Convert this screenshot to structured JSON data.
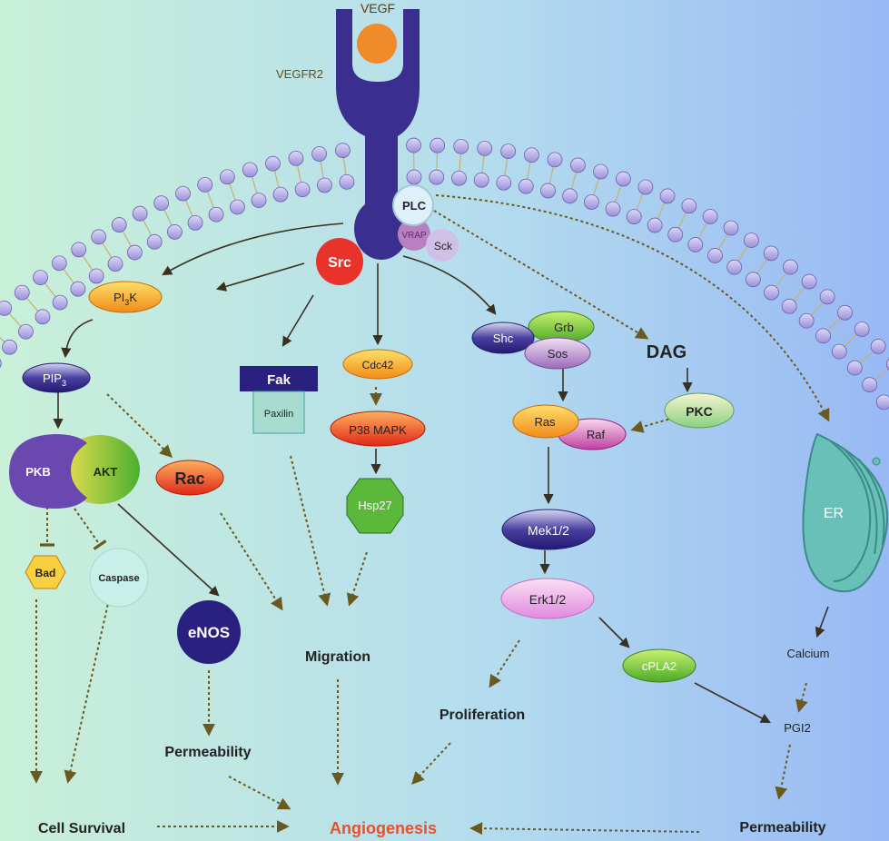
{
  "title": "VEGF",
  "receptor": "VEGFR2",
  "nodes": {
    "plc": "PLC",
    "vrap": "VRAP",
    "sck": "Sck",
    "src": "Src",
    "pi3k_main": "PI",
    "pi3k_sub": "3",
    "pi3k_end": "K",
    "pip3_main": "PIP",
    "pip3_sub": "3",
    "pkb": "PKB",
    "akt": "AKT",
    "bad": "Bad",
    "caspase": "Caspase",
    "enos": "eNOS",
    "rac": "Rac",
    "fak": "Fak",
    "paxilin": "Paxilin",
    "cdc42": "Cdc42",
    "p38": "P38 MAPK",
    "hsp27": "Hsp27",
    "shc": "Shc",
    "grb": "Grb",
    "sos": "Sos",
    "ras": "Ras",
    "raf": "Raf",
    "dag": "DAG",
    "pkc": "PKC",
    "mek": "Mek1/2",
    "erk": "Erk1/2",
    "cpla2": "cPLA2",
    "er": "ER",
    "calcium": "Calcium",
    "pgi2": "PGI2"
  },
  "outcomes": {
    "migration": "Migration",
    "permeability_left": "Permeability",
    "proliferation": "Proliferation",
    "cell_survival": "Cell Survival",
    "angiogenesis": "Angiogenesis",
    "permeability_right": "Permeability"
  },
  "colors": {
    "receptor": "#3a2f8f",
    "ligand": "#f08a2a",
    "src": "#e8322a",
    "outcome_highlight": "#e8502a",
    "arrow": "#3a3020",
    "membrane_bead": "#b9b2e6"
  }
}
